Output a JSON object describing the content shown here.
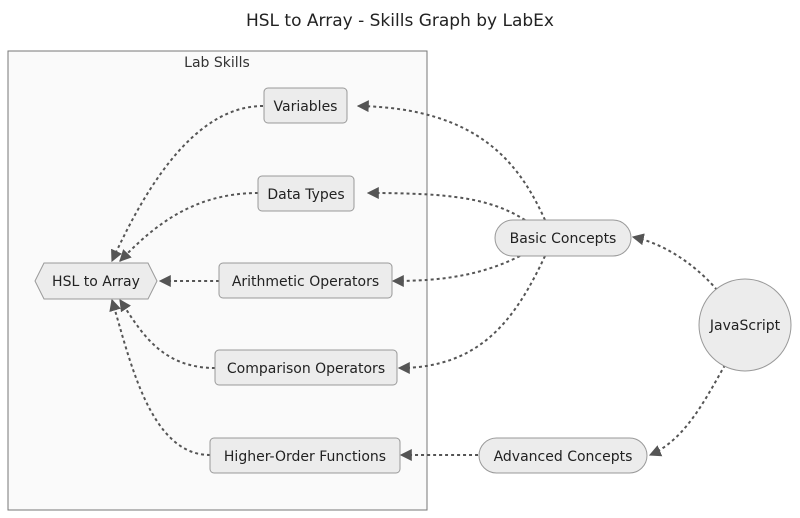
{
  "title": "HSL to Array - Skills Graph by LabEx",
  "cluster": {
    "label": "Lab Skills"
  },
  "nodes": {
    "hsl": "HSL to Array",
    "variables": "Variables",
    "data_types": "Data Types",
    "arithmetic": "Arithmetic Operators",
    "comparison": "Comparison Operators",
    "higher_order": "Higher-Order Functions",
    "basic": "Basic Concepts",
    "advanced": "Advanced Concepts",
    "javascript": "JavaScript"
  },
  "edges": [
    {
      "from": "javascript",
      "to": "basic"
    },
    {
      "from": "javascript",
      "to": "advanced"
    },
    {
      "from": "basic",
      "to": "variables"
    },
    {
      "from": "basic",
      "to": "data_types"
    },
    {
      "from": "basic",
      "to": "arithmetic"
    },
    {
      "from": "basic",
      "to": "comparison"
    },
    {
      "from": "advanced",
      "to": "higher_order"
    },
    {
      "from": "variables",
      "to": "hsl"
    },
    {
      "from": "data_types",
      "to": "hsl"
    },
    {
      "from": "arithmetic",
      "to": "hsl"
    },
    {
      "from": "comparison",
      "to": "hsl"
    },
    {
      "from": "higher_order",
      "to": "hsl"
    }
  ],
  "colors": {
    "node_fill": "#ececec",
    "node_stroke": "#999999",
    "edge": "#555555",
    "cluster_fill": "#fafafa"
  }
}
